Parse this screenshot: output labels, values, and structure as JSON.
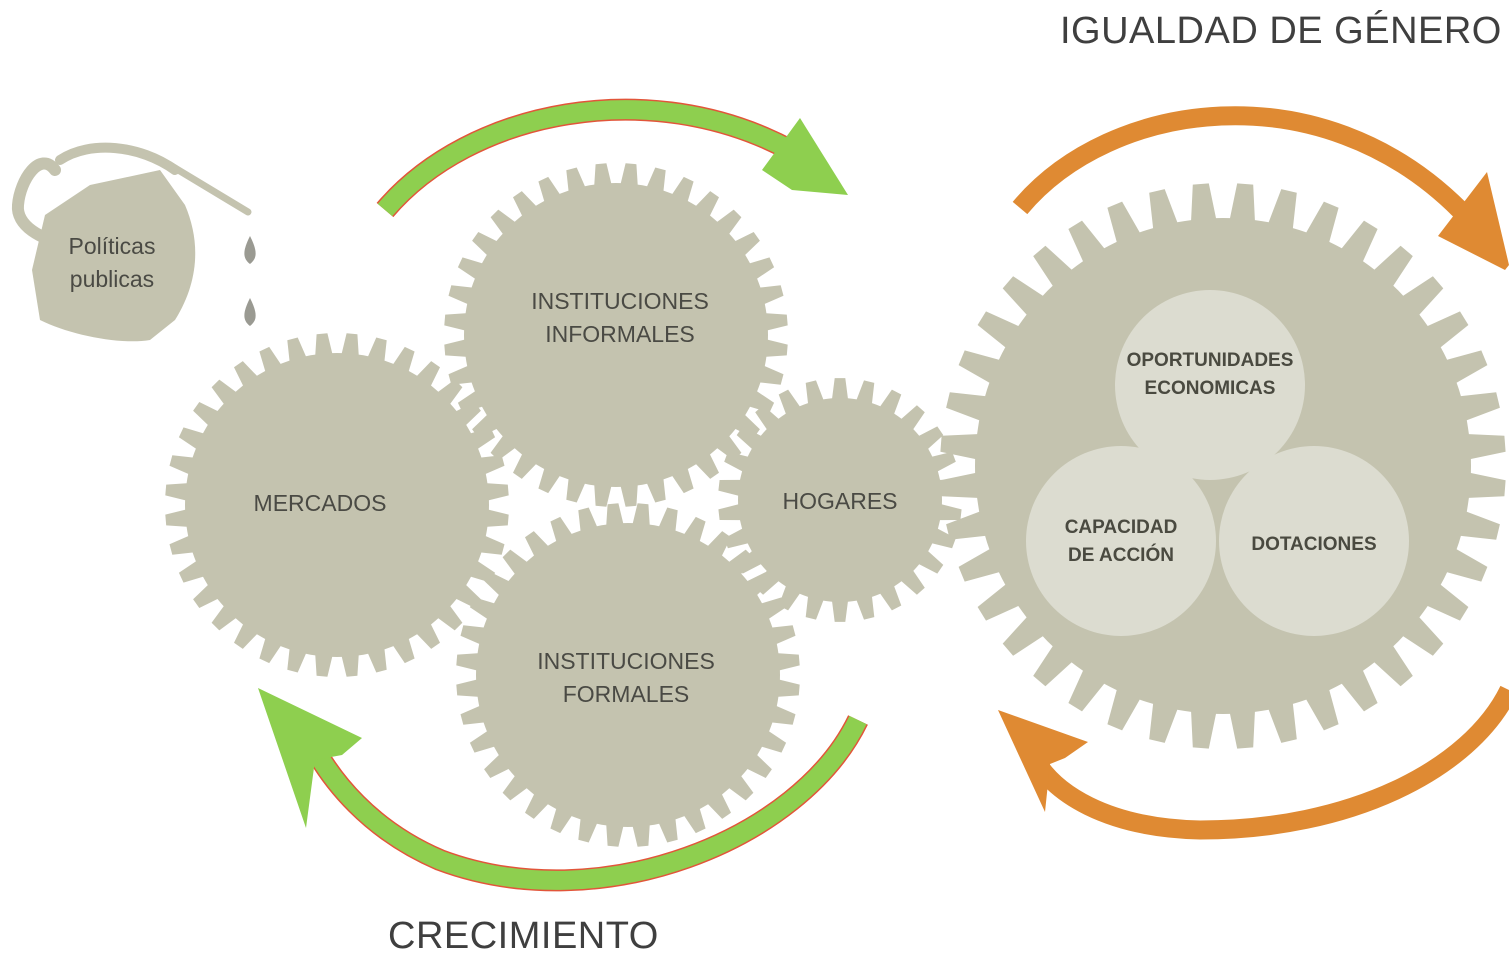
{
  "titles": {
    "top_right": "IGUALDAD DE GÉNERO",
    "bottom": "CRECIMIENTO"
  },
  "can": {
    "line1": "Políticas",
    "line2": "publicas"
  },
  "gears": {
    "informales": {
      "line1": "INSTITUCIONES",
      "line2": "INFORMALES"
    },
    "mercados": {
      "line1": "MERCADOS"
    },
    "hogares": {
      "line1": "HOGARES"
    },
    "formales": {
      "line1": "INSTITUCIONES",
      "line2": "FORMALES"
    }
  },
  "bubbles": {
    "oportunidades": {
      "line1": "OPORTUNIDADES",
      "line2": "ECONOMICAS"
    },
    "capacidad": {
      "line1": "CAPACIDAD",
      "line2": "DE ACCIÓN"
    },
    "dotaciones": {
      "line1": "DOTACIONES"
    }
  },
  "colors": {
    "gear": "#c4c3af",
    "bubble": "#dcdcd0",
    "green_arrow": "#8ecf4f",
    "orange_arrow": "#df8a33",
    "drop": "#9a9a92"
  }
}
